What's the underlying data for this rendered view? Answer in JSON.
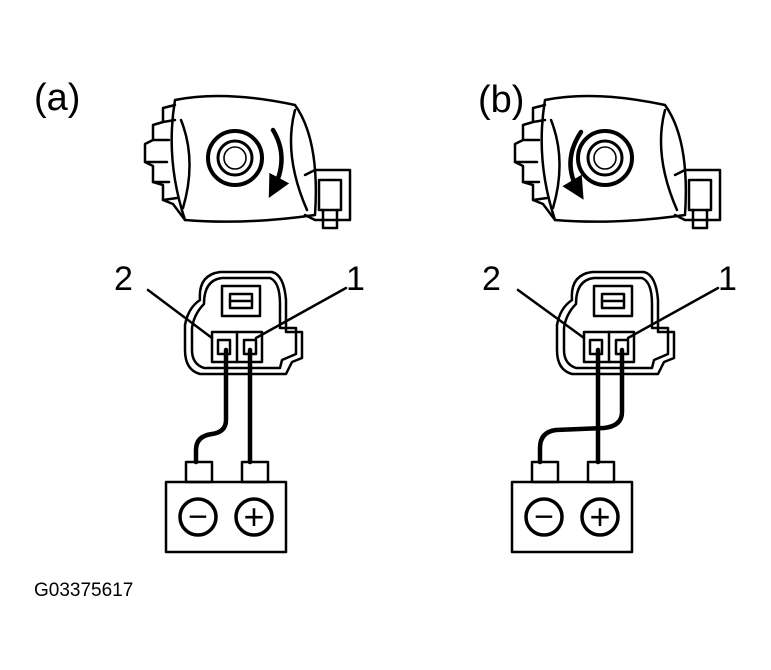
{
  "figure_code": "G03375617",
  "panels": [
    {
      "label": "(a)",
      "rotation_direction": "clockwise",
      "terminals": {
        "left": "2",
        "right": "1"
      },
      "battery": {
        "negative_symbol": "−",
        "positive_symbol": "+"
      }
    },
    {
      "label": "(b)",
      "rotation_direction": "counterclockwise",
      "terminals": {
        "left": "2",
        "right": "1"
      },
      "battery": {
        "negative_symbol": "−",
        "positive_symbol": "+"
      }
    }
  ]
}
